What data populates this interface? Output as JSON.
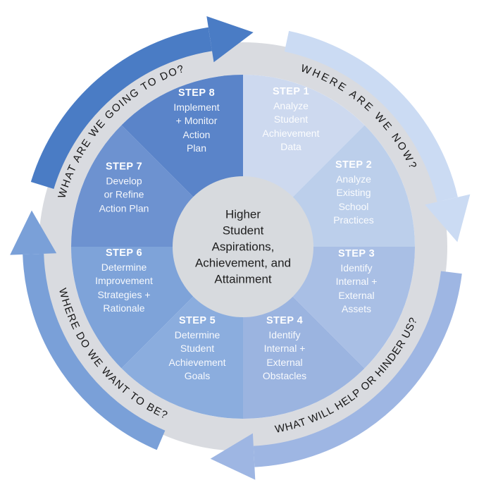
{
  "diagram": {
    "center_goal": "Higher\nStudent\nAspirations,\nAchievement, and\nAttainment",
    "questions": {
      "top_right": "WHERE ARE WE NOW?",
      "bottom_right": "WHAT WILL HELP OR HINDER US?",
      "bottom_left": "WHERE DO WE WANT TO BE?",
      "top_left": "WHAT ARE WE GOING TO DO?"
    },
    "steps": [
      {
        "label": "STEP 1",
        "body": "Analyze\nStudent\nAchievement\nData",
        "color": "#cdd9ef"
      },
      {
        "label": "STEP 2",
        "body": "Analyze\nExisting\nSchool\nPractices",
        "color": "#bccfeb"
      },
      {
        "label": "STEP 3",
        "body": "Identify\nInternal +\nExternal\nAssets",
        "color": "#a9bfe5"
      },
      {
        "label": "STEP 4",
        "body": "Identify\nInternal +\nExternal\nObstacles",
        "color": "#9bb4e0"
      },
      {
        "label": "STEP 5",
        "body": "Determine\nStudent\nAchievement\nGoals",
        "color": "#8badde"
      },
      {
        "label": "STEP 6",
        "body": "Determine\nImprovement\nStrategies +\nRationale",
        "color": "#7ea3d9"
      },
      {
        "label": "STEP 7",
        "body": "Develop\nor Refine\nAction Plan",
        "color": "#6d92d0"
      },
      {
        "label": "STEP 8",
        "body": "Implement\n+ Monitor\nAction\nPlan",
        "color": "#5a84c9"
      }
    ],
    "arrow_colors": {
      "top": "#4a7cc5",
      "right": "#cbdbf3",
      "bottom": "#9eb6e3",
      "left": "#7aa0d8"
    },
    "ring_color": "#d9dbe0",
    "center_circle_color": "#d7dade"
  }
}
